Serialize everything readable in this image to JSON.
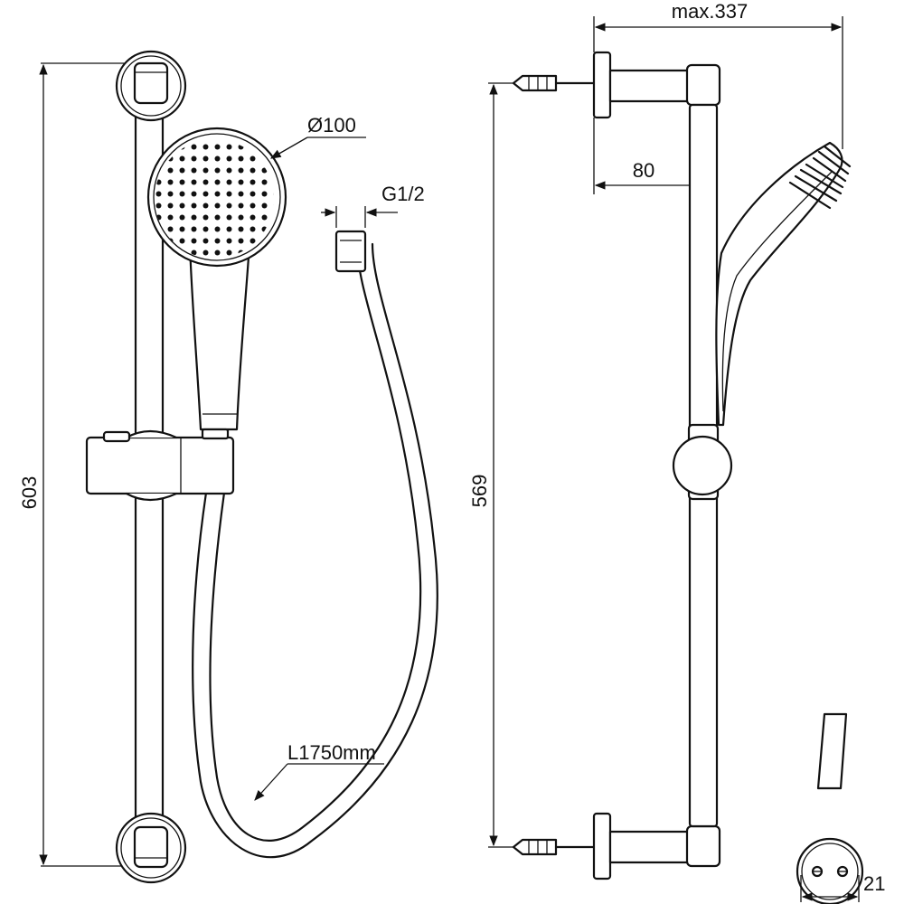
{
  "dimensions": {
    "height_total": "603",
    "rail_centers": "569",
    "head_diameter": "Ø100",
    "thread": "G1/2",
    "hose_length": "L1750mm",
    "projection_max": "max.337",
    "wall_offset": "80",
    "rail_diameter": "21"
  },
  "icons": {
    "hand_shower": "hand-shower-icon",
    "slide_rail": "slide-rail-icon",
    "shower_hose": "shower-hose-icon",
    "wall_bracket": "wall-bracket-icon",
    "wall_plug": "wall-plug-screw-icon"
  }
}
